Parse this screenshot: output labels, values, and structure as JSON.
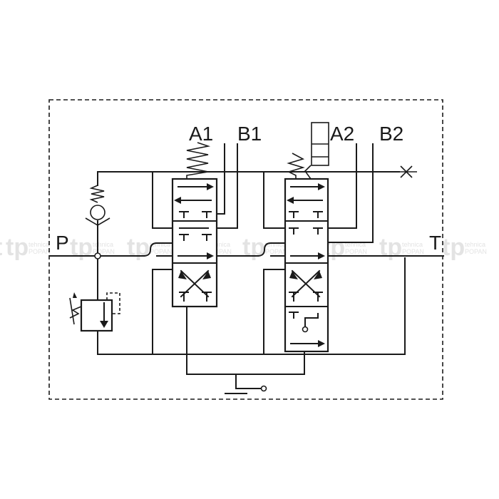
{
  "ports": {
    "a1": "A1",
    "b1": "B1",
    "a2": "A2",
    "b2": "B2",
    "p": "P",
    "t": "T"
  },
  "watermark": {
    "logo": "tp",
    "line1": "tehnica",
    "line2": "POPAN"
  },
  "colors": {
    "line": "#1a1a1a",
    "watermark": "#e3e3e3",
    "background": "#ffffff"
  },
  "icons": [
    "spring-icon",
    "check-valve-icon",
    "relief-valve-icon",
    "lever-icon",
    "plug-icon"
  ]
}
